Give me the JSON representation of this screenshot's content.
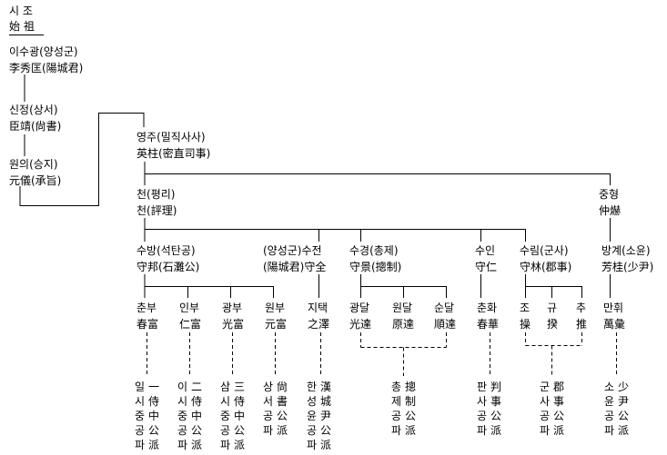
{
  "header": {
    "label_korean": "시 조",
    "label_hanja": "始 祖"
  },
  "people": {
    "yi_sugwang": {
      "korean": "이수광(양성군)",
      "hanja": "李秀匡(陽城君)"
    },
    "sinjeong": {
      "korean": "신정(상서)",
      "hanja": "臣靖(尙書)"
    },
    "wonui": {
      "korean": "원의(승지)",
      "hanja": "元儀(承旨)"
    },
    "yeongju": {
      "korean": "영주(밀직사사)",
      "hanja": "英柱(密直司事)"
    },
    "cheon": {
      "korean": "천(평리)",
      "hanja": "천(評理)"
    },
    "junghyeong": {
      "korean": "중형",
      "hanja": "仲爀"
    },
    "subang": {
      "korean": "수방(석탄공)",
      "hanja": "守邦(石灘公)"
    },
    "sujeon": {
      "korean": "(양성군)수전",
      "hanja": "(陽城君)守全"
    },
    "sugyeong": {
      "korean": "수경(총제)",
      "hanja": "守景(摠制)"
    },
    "suin": {
      "korean": "수인",
      "hanja": "守仁"
    },
    "surim": {
      "korean": "수림(군사)",
      "hanja": "守林(郡事)"
    },
    "banggye": {
      "korean": "방계(소윤)",
      "hanja": "芳桂(少尹)"
    },
    "chunbu": {
      "korean": "춘부",
      "hanja": "春富"
    },
    "inbu": {
      "korean": "인부",
      "hanja": "仁富"
    },
    "gwangbu": {
      "korean": "광부",
      "hanja": "光富"
    },
    "wonbu": {
      "korean": "원부",
      "hanja": "元富"
    },
    "jitaek": {
      "korean": "지택",
      "hanja": "之澤"
    },
    "gwangdal": {
      "korean": "광달",
      "hanja": "光達"
    },
    "wondal": {
      "korean": "원달",
      "hanja": "原達"
    },
    "sundal": {
      "korean": "순달",
      "hanja": "順達"
    },
    "chunhwa": {
      "korean": "춘화",
      "hanja": "春華"
    },
    "jo": {
      "korean": "조",
      "hanja": "操"
    },
    "gyu": {
      "korean": "규",
      "hanja": "揆"
    },
    "chu": {
      "korean": "추",
      "hanja": "推"
    },
    "manhwi": {
      "korean": "만휘",
      "hanja": "萬彙"
    }
  },
  "branches": {
    "ilsijung": {
      "korean": [
        "일",
        "시",
        "중",
        "공",
        "파"
      ],
      "hanja": [
        "一",
        "侍",
        "中",
        "公",
        "派"
      ]
    },
    "isijung": {
      "korean": [
        "이",
        "시",
        "중",
        "공",
        "파"
      ],
      "hanja": [
        "二",
        "侍",
        "中",
        "公",
        "派"
      ]
    },
    "samsijung": {
      "korean": [
        "삼",
        "시",
        "중",
        "공",
        "파"
      ],
      "hanja": [
        "三",
        "侍",
        "中",
        "公",
        "派"
      ]
    },
    "sangseo": {
      "korean": [
        "상",
        "서",
        "공",
        "파"
      ],
      "hanja": [
        "尙",
        "書",
        "公",
        "派"
      ]
    },
    "hanseong": {
      "korean": [
        "한",
        "성",
        "윤",
        "공",
        "파"
      ],
      "hanja": [
        "漢",
        "城",
        "尹",
        "公",
        "派"
      ]
    },
    "chongje": {
      "korean": [
        "총",
        "제",
        "공",
        "파"
      ],
      "hanja": [
        "摠",
        "制",
        "公",
        "派"
      ]
    },
    "pansa": {
      "korean": [
        "판",
        "사",
        "공",
        "파"
      ],
      "hanja": [
        "判",
        "事",
        "公",
        "派"
      ]
    },
    "gunsa": {
      "korean": [
        "군",
        "사",
        "공",
        "파"
      ],
      "hanja": [
        "郡",
        "事",
        "公",
        "派"
      ]
    },
    "soyun": {
      "korean": [
        "소",
        "윤",
        "공",
        "파"
      ],
      "hanja": [
        "少",
        "尹",
        "公",
        "派"
      ]
    }
  }
}
